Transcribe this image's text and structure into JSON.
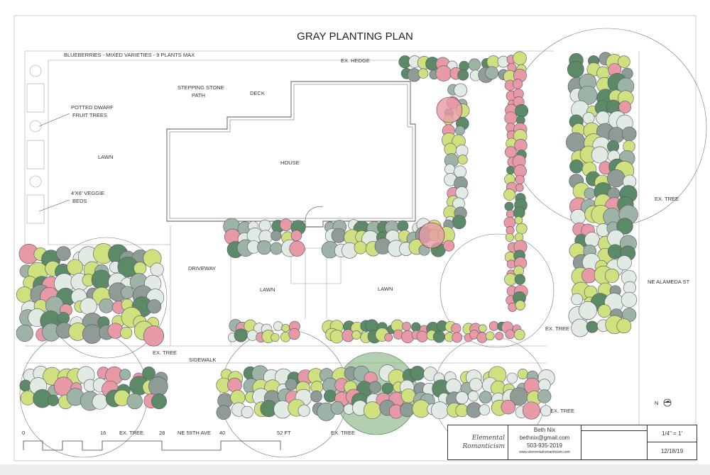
{
  "title": "GRAY PLANTING PLAN",
  "labels": {
    "blueberries": "BLUEBERRIES - MIXED VARIETIES - 9 PLANTS MAX",
    "ex_hedge": "EX. HEDGE",
    "stepping_stone_1": "STEPPING STONE",
    "stepping_stone_2": "PATH",
    "deck": "DECK",
    "potted_1": "POTTED DWARF",
    "potted_2": "FRUIT TREES",
    "lawn_left": "LAWN",
    "house": "HOUSE",
    "veggie_1": "4'X6' VEGGIE",
    "veggie_2": "BEDS",
    "driveway": "DRIVEWAY",
    "lawn_mid": "LAWN",
    "lawn_right": "LAWN",
    "ne_alameda": "NE ALAMEDA ST",
    "ex_tree_right": "EX. TREE",
    "ex_tree_mid": "EX. TREE",
    "ex_tree_left": "EX. TREE",
    "sidewalk": "SIDEWALK",
    "ex_tree_bottom1": "EX. TREE",
    "ex_tree_bottom2": "EX. TREE",
    "ex_tree_bottom3": "EX. TREE",
    "street": "NE 59TH AVE",
    "north": "N"
  },
  "scale_bar": {
    "ticks": [
      "0",
      "16",
      "28",
      "40",
      "52 FT"
    ]
  },
  "title_block": {
    "logo_line1": "Elemental",
    "logo_line2": "Romanticism",
    "name": "Beth Nix",
    "email": "bethnix@gmail.com",
    "phone": "503-935-2019",
    "website": "www.elementalromanticism.com",
    "scale": "1/4\" = 1'",
    "date": "12/18/19"
  },
  "colors": {
    "light_green": "#cfe07e",
    "dark_green": "#5c8a66",
    "gray_green": "#9db3a5",
    "pink": "#e79aa6",
    "pale": "#e2ebe3",
    "gray": "#8e9c95",
    "tree_canopy": "#7fb07a"
  }
}
